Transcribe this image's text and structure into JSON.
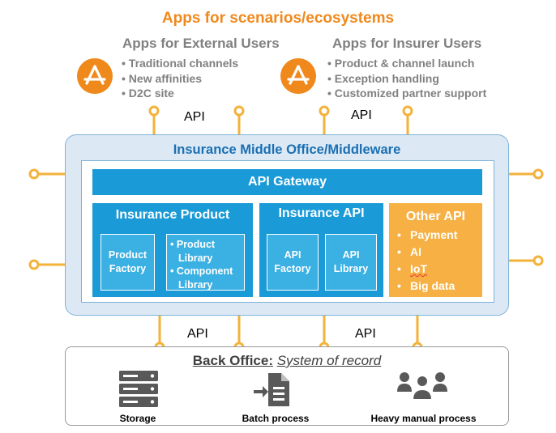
{
  "diagram": {
    "title": "Apps for scenarios/ecosystems",
    "external_users": {
      "title": "Apps for External Users",
      "icon": "app-store-icon",
      "items": [
        "Traditional channels",
        "New affinities",
        "D2C site"
      ]
    },
    "insurer_users": {
      "title": "Apps for Insurer Users",
      "icon": "app-store-icon",
      "items": [
        "Product & channel launch",
        "Exception handling",
        "Customized partner support"
      ]
    },
    "api_label": "API",
    "middle_office": {
      "title": "Insurance Middle Office/Middleware",
      "gateway": "API Gateway",
      "insurance_product": {
        "title": "Insurance Product",
        "factory": "Product Factory",
        "libraries": [
          "Product Library",
          "Component Library"
        ]
      },
      "insurance_api": {
        "title": "Insurance API",
        "factory": "API Factory",
        "library": "API Library"
      },
      "other_api": {
        "title": "Other API",
        "items": [
          "Payment",
          "AI",
          "IoT",
          "Big data"
        ]
      }
    },
    "back_office": {
      "title_bold": "Back Office:",
      "title_italic": "System of record",
      "items": [
        {
          "label": "Storage",
          "icon": "server-icon"
        },
        {
          "label": "Batch process",
          "icon": "document-import-icon"
        },
        {
          "label": "Heavy manual process",
          "icon": "people-group-icon"
        }
      ]
    },
    "colors": {
      "orange": "#f0891c",
      "gray_text": "#808080",
      "blue": "#1a9ad7",
      "light_blue": "#3bb0e3",
      "middle_bg": "#dce9f4",
      "border_blue": "#7eb2d8",
      "other_api": "#f6b043",
      "connector": "#f3b23a"
    }
  }
}
